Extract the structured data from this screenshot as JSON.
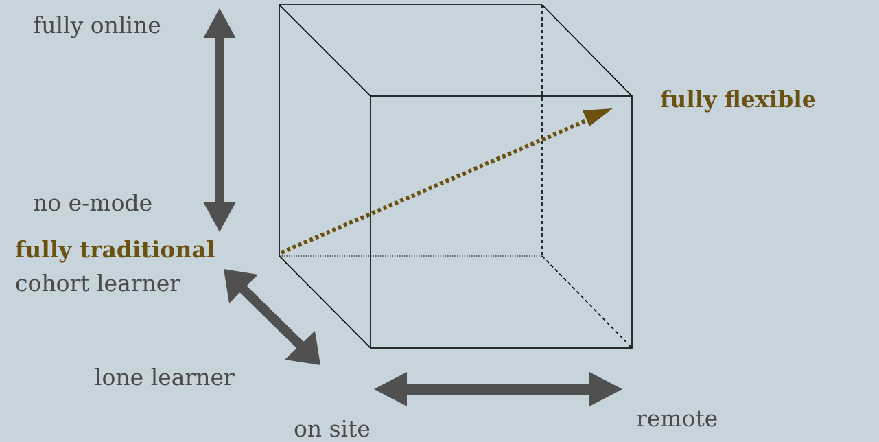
{
  "labels": {
    "fully_online": "fully online",
    "no_e_mode": "no e-mode",
    "fully_traditional": "fully traditional",
    "cohort_learner": "cohort learner",
    "lone_learner": "lone learner",
    "on_site": "on site",
    "remote": "remote",
    "fully_flexible": "fully flexible"
  },
  "colors": {
    "background": "#c8d4db",
    "axis_arrow": "#505050",
    "label_text": "#4a4a4a",
    "highlight": "#6b5110",
    "cube_line": "#000000"
  }
}
